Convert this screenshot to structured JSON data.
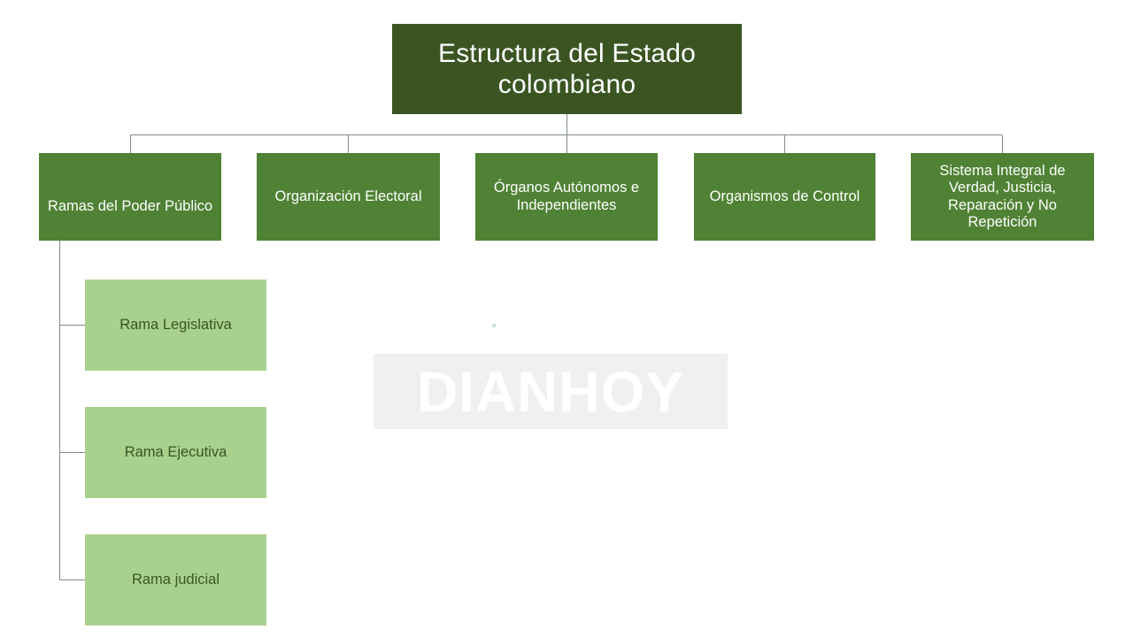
{
  "diagram": {
    "title": "Estructura del Estado colombiano",
    "type": "organizational-chart",
    "background_color": "#FFFFFF",
    "colors": {
      "root_fill": "#3A5522",
      "level1_fill": "#4F8234",
      "level2_fill": "#A9D18E",
      "root_text": "#FFFFFF",
      "level1_text": "#FFFFFF",
      "level2_text": "#375623",
      "connector_line": "#7F8C8D"
    },
    "root": {
      "label": "Estructura del Estado colombiano",
      "line1": "Estructura del Estado",
      "line2": "colombiano"
    },
    "level1": [
      {
        "label": "Ramas del Poder Público"
      },
      {
        "label": "Organización Electoral"
      },
      {
        "label": "Órganos Autónomos e Independientes"
      },
      {
        "label": "Organismos de Control"
      },
      {
        "label": "Sistema Integral de Verdad, Justicia, Reparación y No Repetición"
      }
    ],
    "level2": [
      {
        "label": "Rama Legislativa",
        "parent": "Ramas del Poder Público"
      },
      {
        "label": "Rama Ejecutiva",
        "parent": "Ramas del Poder Público"
      },
      {
        "label": "Rama judicial",
        "parent": "Ramas del Poder Público"
      }
    ]
  },
  "watermark": {
    "text": "DIANHOY"
  }
}
